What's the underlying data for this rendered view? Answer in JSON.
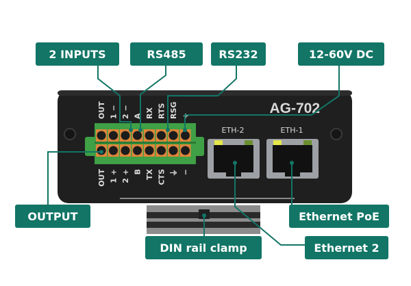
{
  "device": {
    "model": "AG-702",
    "top_terminal_labels": [
      "OUT",
      "1 −",
      "2 −",
      "A",
      "RX",
      "RTS",
      "RSG",
      "+"
    ],
    "bottom_terminal_labels": [
      "OUT",
      "1 +",
      "2 +",
      "B",
      "TX",
      "CTS",
      "⏚",
      "−"
    ],
    "ports": [
      {
        "label": "ETH-2"
      },
      {
        "label": "ETH-1"
      }
    ]
  },
  "callouts": {
    "inputs": "2 INPUTS",
    "rs485": "RS485",
    "rs232": "RS232",
    "power": "12-60V DC",
    "output": "OUTPUT",
    "poe": "Ethernet PoE",
    "din": "DIN rail clamp",
    "eth2": "Ethernet 2"
  },
  "colors": {
    "accent": "#127566",
    "device_body": "#1f1f1f",
    "terminal_block": "#3fa046",
    "terminal_pins": "#e0853a",
    "led_yellow": "#e5e64a"
  }
}
